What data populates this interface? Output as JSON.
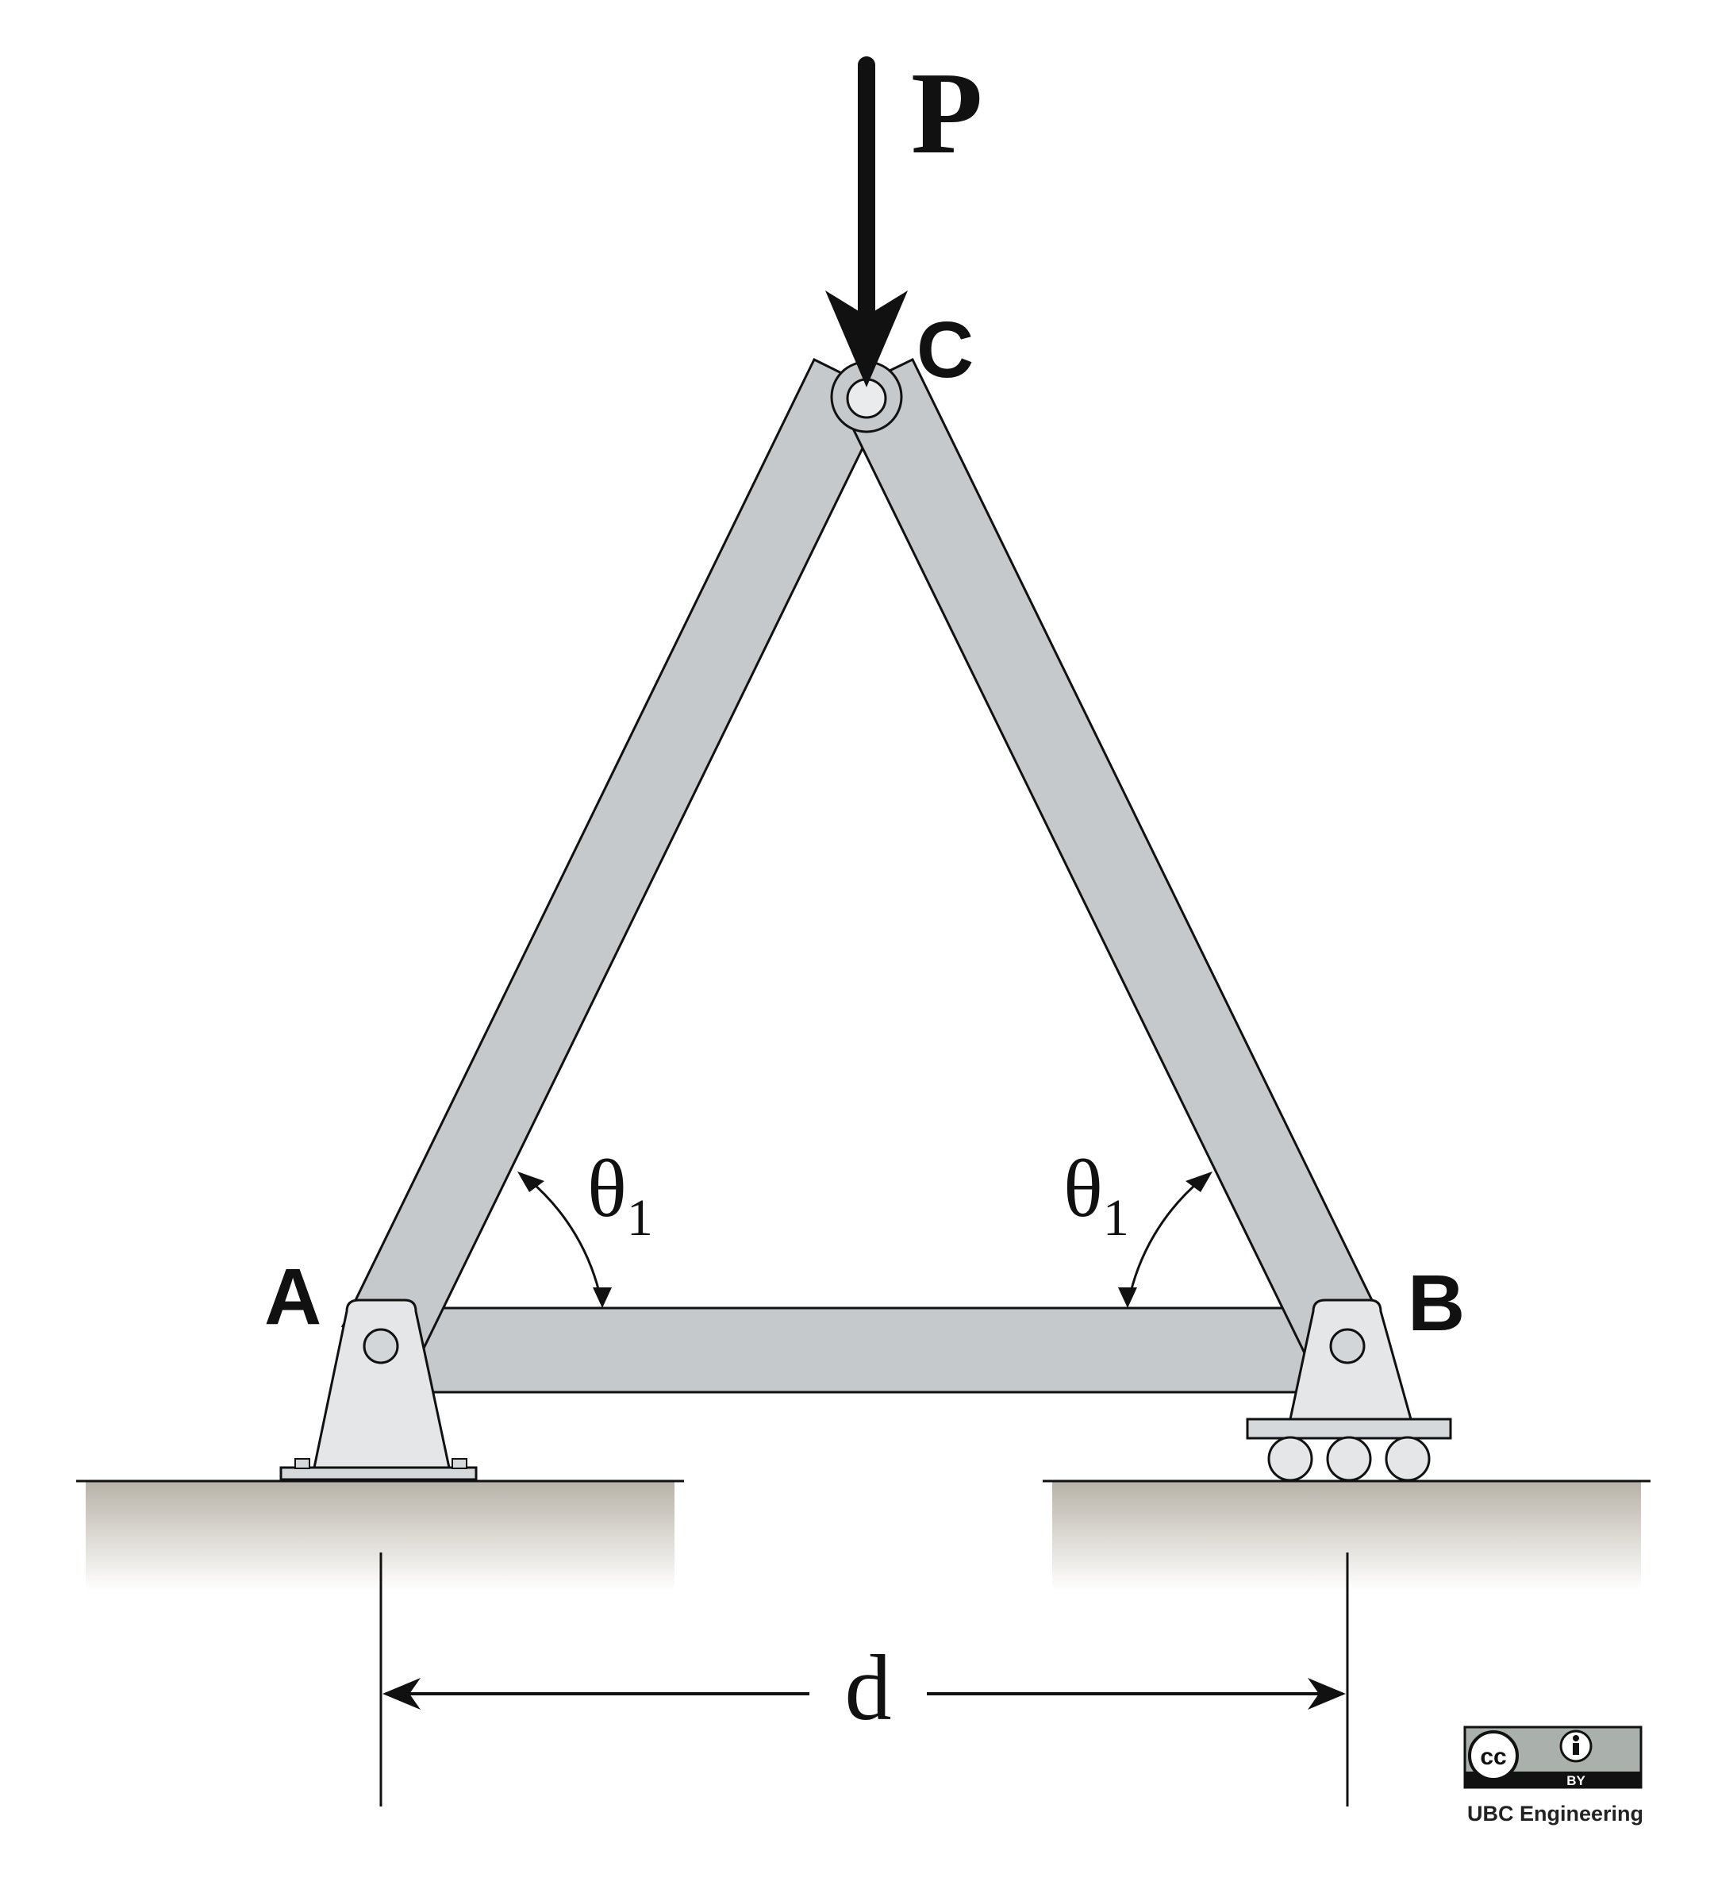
{
  "labels": {
    "load": "P",
    "joint_c": "C",
    "joint_a": "A",
    "joint_b": "B",
    "angle_left": "θ",
    "angle_left_sub": "1",
    "angle_right": "θ",
    "angle_right_sub": "1",
    "dimension": "d"
  },
  "license": {
    "cc": "cc",
    "by": "BY",
    "credit": "UBC Engineering"
  },
  "colors": {
    "member_fill": "#c5c9cb",
    "support_fill": "#e4e6e7",
    "ground_shade": "#b7b2a8",
    "stroke": "#111111"
  }
}
